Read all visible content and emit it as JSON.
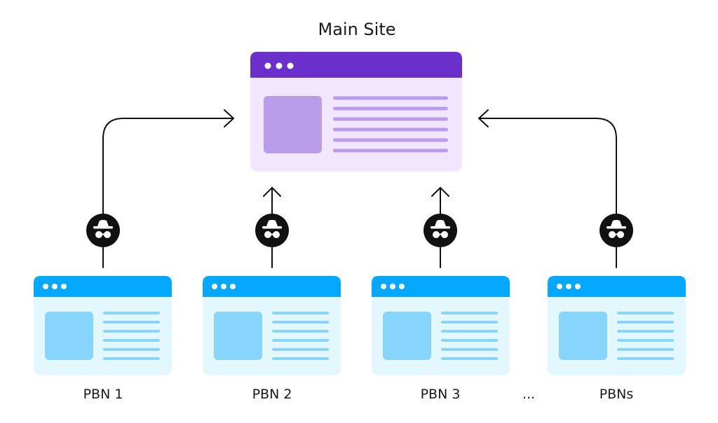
{
  "main_site": {
    "title": "Main Site",
    "colors": {
      "header": "#6b2fcb",
      "body": "#f1e6fd",
      "image": "#b99deb",
      "lines": "#b99deb",
      "dots": "#ffffff"
    }
  },
  "pbn_sites": [
    {
      "label": "PBN 1"
    },
    {
      "label": "PBN 2"
    },
    {
      "label": "PBN 3"
    },
    {
      "label": "PBNs"
    }
  ],
  "ellipsis": "...",
  "pbn_colors": {
    "header": "#05a8ff",
    "body": "#e3f7fe",
    "image": "#87d4fd",
    "lines": "#87d4fd",
    "dots": "#ffffff"
  },
  "connector": {
    "color": "#111111",
    "icon": "incognito-spy-icon",
    "icon_bg": "#111111",
    "icon_fg": "#ffffff"
  }
}
